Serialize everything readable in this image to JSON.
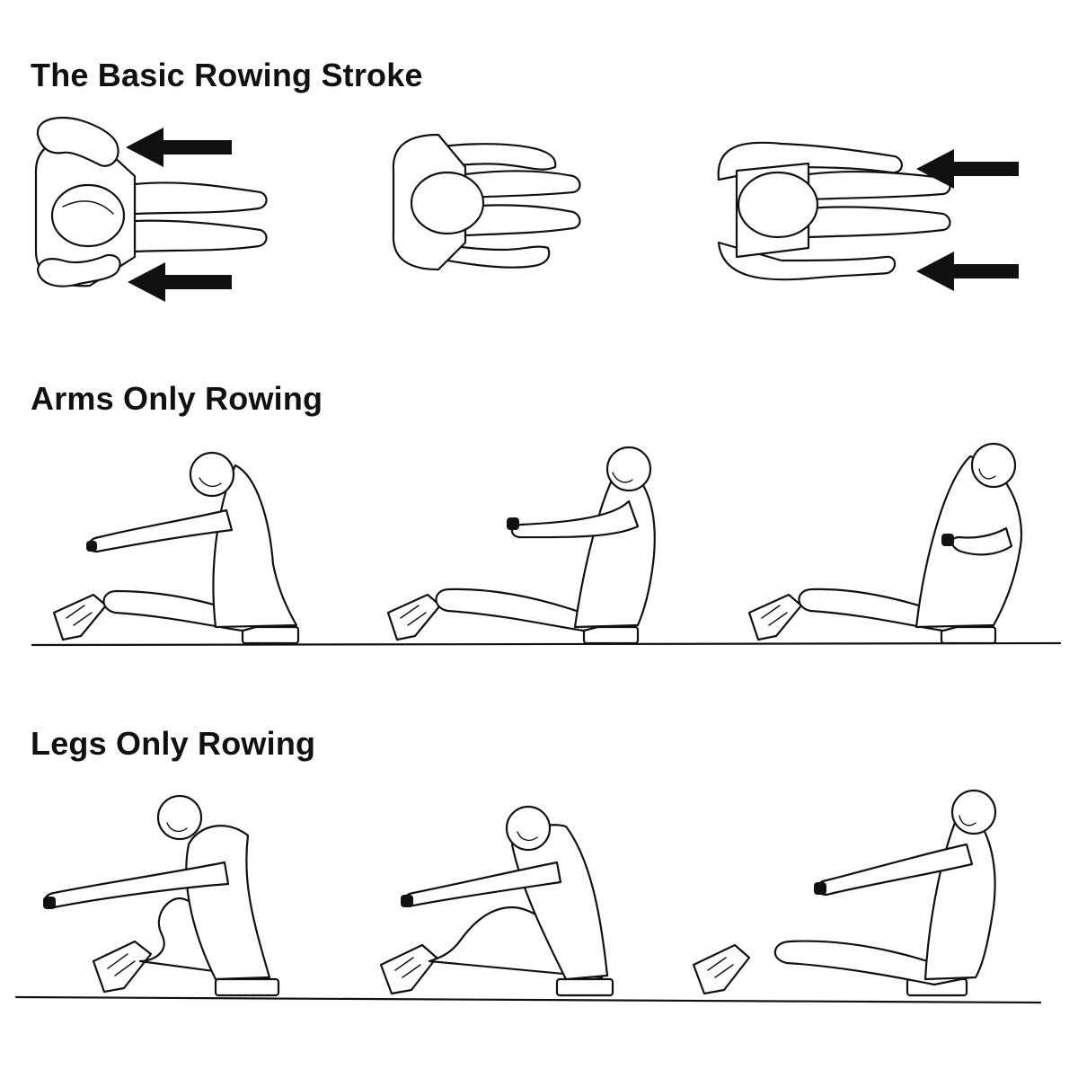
{
  "sections": [
    {
      "title": "The Basic Rowing Stroke"
    },
    {
      "title": "Arms Only Rowing"
    },
    {
      "title": "Legs Only Rowing"
    }
  ],
  "colors": {
    "ink": "#111111",
    "paper": "#ffffff"
  }
}
